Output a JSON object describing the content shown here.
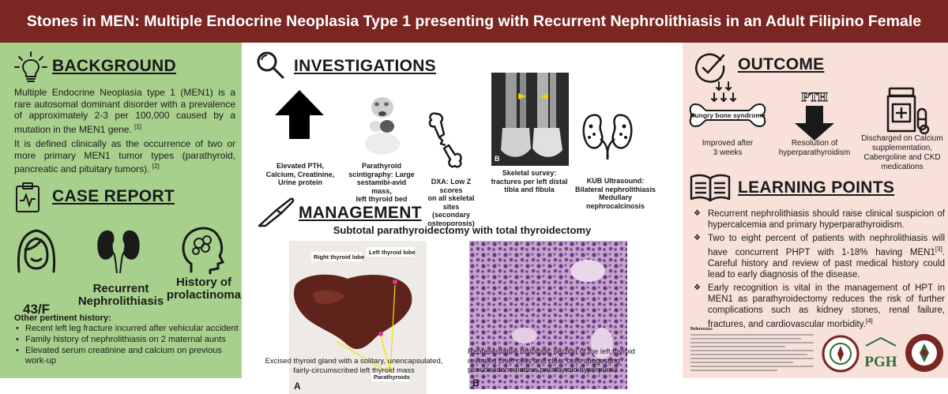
{
  "header": {
    "title": "Stones in MEN: Multiple Endocrine Neoplasia Type 1 presenting with Recurrent Nephrolithiasis in an Adult Filipino Female"
  },
  "background": {
    "title": "BACKGROUND",
    "p1": "Multiple Endocrine Neoplasia type 1 (MEN1) is a rare autosomal dominant disorder with a prevalence of approximately 2-3 per 100,000 caused by a mutation in the MEN1 gene.",
    "p1_ref": "[1]",
    "p2": "It is defined clinically as the occurrence of two or more primary MEN1 tumor types (parathyroid, pancreatic and pituitary tumors).",
    "p2_ref": "[2]"
  },
  "case_report": {
    "title": "CASE REPORT",
    "age_sex": "43/F",
    "finding1_a": "Recurrent",
    "finding1_b": "Nephrolithiasis",
    "finding2_a": "History of",
    "finding2_b": "prolactinoma",
    "other_heading": "Other pertinent history:",
    "other_items": [
      "Recent left leg fracture incurred after vehicular accident",
      "Family history of nephrolithiasis on 2 maternal aunts",
      "Elevated serum creatinine and calcium on previous work-up"
    ]
  },
  "investigations": {
    "title": "INVESTIGATIONS",
    "cap1_a": "Elevated PTH,",
    "cap1_b": "Calcium, Creatinine,",
    "cap1_c": "Urine protein",
    "cap2_a": "Parathyroid",
    "cap2_b": "scintigraphy: Large",
    "cap2_c": "sestamibi-avid mass,",
    "cap2_d": "left thyroid bed",
    "cap3_a": "DXA: Low Z scores",
    "cap3_b": "on all skeletal sites",
    "cap3_c": "(secondary",
    "cap3_d": "osteoporosis)",
    "cap4_a": "Skeletal survey:",
    "cap4_b": "fractures per left distal",
    "cap4_c": "tibia and fibula",
    "cap5_a": "KUB Ultrasound:",
    "cap5_b": "Bilateral nephrolithiasis",
    "cap5_c": "Medullary nephrocalcinosis",
    "xray_letter": "B"
  },
  "management": {
    "title": "MANAGEMENT",
    "subtitle": "Subtotal parathyroidectomy with total thyroidectomy",
    "photo_a_label_right": "Right thyroid lobe",
    "photo_a_label_left": "Left thyroid lobe",
    "photo_a_label_para": "Parathyroids",
    "photo_a_letter": "A",
    "photo_b_letter": "B",
    "cap_a1": "Excised thyroid gland with a solitary, unencapsulated,",
    "cap_a2": "fairly-circumscribed left thyroid mass",
    "cap_b1": "Representative histologic section of the left thyroid",
    "cap_b2": "revealed chief cells and clear cells suggesting",
    "cap_b3": "pseudoadenomatous parathyroid hyperplasia"
  },
  "outcome": {
    "title": "OUTCOME",
    "bone_label": "Hungry bone syndrome",
    "pth_label": "PTH",
    "cap1_a": "Improved after",
    "cap1_b": "3 weeks",
    "cap2_a": "Resolution of",
    "cap2_b": "hyperparathyroidism",
    "cap3_a": "Discharged on Calcium",
    "cap3_b": "supplementation,",
    "cap3_c": "Cabergoline and CKD",
    "cap3_d": "medications"
  },
  "learning_points": {
    "title": "LEARNING POINTS",
    "lp1": "Recurrent nephrolithiasis should raise clinical suspicion of hypercalcemia and primary hyperparathyroidism.",
    "lp2a": "Two to eight percent of patients with nephrolithiasis will have concurrent PHPT with 1-18% having MEN1",
    "lp2_ref": "[3]",
    "lp2b": ". Careful history and review of past medical history could lead to early diagnosis of the disease.",
    "lp3": "Early recognition is vital in the management of HPT in MEN1 as parathyroidectomy reduces the risk of further complications such as kidney stones, renal failure, fractures, and cardiovascular morbidity.",
    "lp3_ref": "[4]",
    "refs_heading": "References:",
    "logo_text": "PGH"
  },
  "colors": {
    "header": "#7a2622",
    "left_bg": "#a8d08d",
    "right_bg": "#f7e1d9",
    "middle_bg": "#ffffff"
  }
}
